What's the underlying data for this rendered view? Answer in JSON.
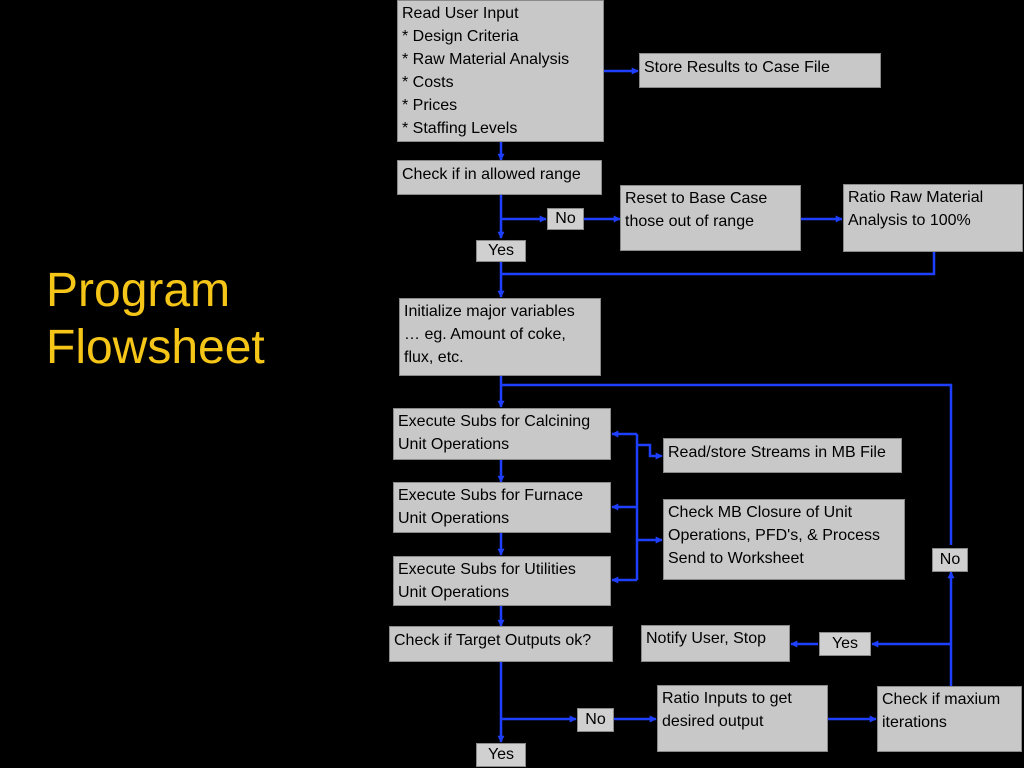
{
  "title": {
    "line1": "Program",
    "line2": "Flowsheet"
  },
  "colors": {
    "background": "#000000",
    "title": "#f5c518",
    "box": "#c8c8c8",
    "arrow": "#1f3fff"
  },
  "boxes": {
    "read_input": [
      "Read User Input",
      " * Design Criteria",
      " * Raw Material Analysis",
      " * Costs",
      " * Prices",
      " * Staffing Levels"
    ],
    "store_results": [
      "Store Results to Case File"
    ],
    "check_range": [
      "Check if in allowed range"
    ],
    "reset_base": [
      "Reset to Base Case",
      "those out of range"
    ],
    "ratio_raw": [
      "Ratio Raw Material",
      "Analysis to 100%"
    ],
    "initialize": [
      "Initialize major variables",
      "… eg. Amount of coke,",
      "flux, etc."
    ],
    "calcining": [
      "Execute Subs for Calcining",
      "Unit Operations"
    ],
    "furnace": [
      "Execute Subs for Furnace",
      "Unit Operations"
    ],
    "utilities": [
      "Execute Subs for Utilities",
      "Unit Operations"
    ],
    "read_store": [
      "Read/store Streams in MB File"
    ],
    "check_mb": [
      "Check MB Closure of Unit",
      "Operations, PFD's, & Process",
      "Send to Worksheet"
    ],
    "check_target": [
      "Check if Target Outputs ok?"
    ],
    "notify": [
      "Notify User, Stop"
    ],
    "ratio_inputs": [
      "Ratio Inputs to get",
      "desired output"
    ],
    "check_max": [
      "Check if maxium",
      "iterations"
    ]
  },
  "labels": {
    "no_range": "No",
    "yes_range": "Yes",
    "no_target": "No",
    "yes_target": "Yes",
    "yes_iter": "Yes",
    "no_iter": "No"
  }
}
